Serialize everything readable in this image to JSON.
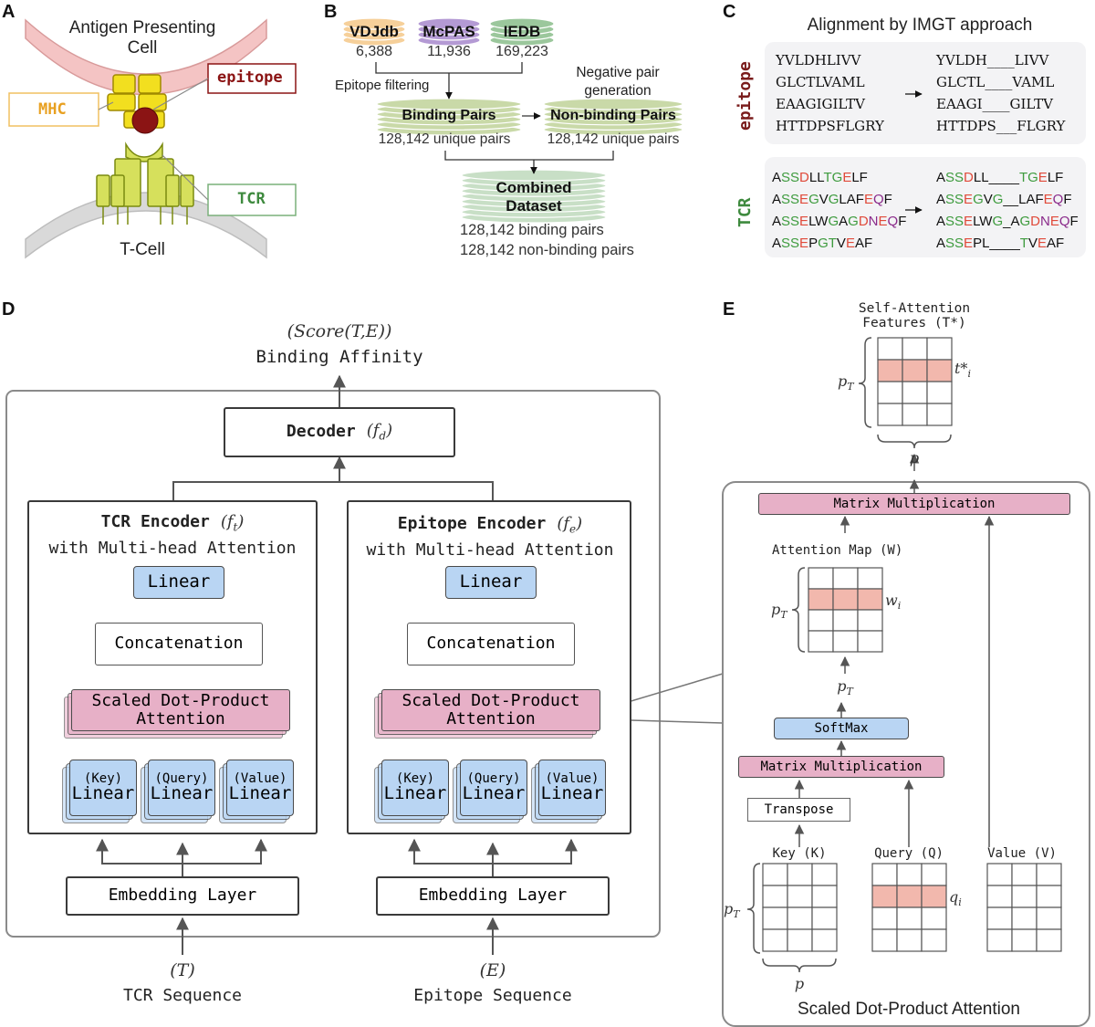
{
  "panels": {
    "a": "A",
    "b": "B",
    "c": "C",
    "d": "D",
    "e": "E"
  },
  "panel_a": {
    "apc_label": "Antigen Presenting\nCell",
    "epitope_label": "epitope",
    "mhc_label": "MHC",
    "tcr_label": "TCR",
    "tcell_label": "T-Cell"
  },
  "panel_b": {
    "sources": [
      {
        "name": "VDJdb",
        "count": "6,388",
        "color": "#f6d09a"
      },
      {
        "name": "McPAS",
        "count": "11,936",
        "color": "#b49ad4"
      },
      {
        "name": "IEDB",
        "count": "169,223",
        "color": "#9bc79c"
      }
    ],
    "filter_label": "Epitope filtering",
    "neg_label": "Negative pair\ngeneration",
    "binding_label": "Binding Pairs",
    "binding_count": "128,142 unique pairs",
    "nonbinding_label": "Non-binding Pairs",
    "nonbinding_count": "128,142 unique pairs",
    "combined_label": "Combined\nDataset",
    "combined_binding": "128,142 binding pairs",
    "combined_nonbinding": "128,142 non-binding pairs"
  },
  "panel_c": {
    "title": "Alignment by IMGT approach",
    "epitope_side": "epitope",
    "tcr_side": "TCR",
    "epitope_raw": [
      "YVLDHLIVV",
      "GLCTLVAML",
      "EAAGIGILTV",
      "HTTDPSFLGRY"
    ],
    "epitope_aligned": [
      "YVLDH____LIVV",
      "GLCTL____VAML",
      "EAAGI____GILTV",
      "HTTDPS___FLGRY"
    ],
    "tcr_raw": [
      "ASSDLLTGELF",
      "ASSEGVGLAFEQF",
      "ASSELWGAGDNEQF",
      "ASSEPGTVEAF"
    ],
    "tcr_aligned": [
      "ASSDLL____TGELF",
      "ASSEGVG__LAFEQF",
      "ASSELWG_AGDNEQF",
      "ASSEPL____TVEAF"
    ],
    "colors": {
      "basic": "#e04a3a",
      "hydrophobic_green": "#3e9b3e",
      "acidic": "#8a2a8a",
      "text": "#111111"
    }
  },
  "panel_d": {
    "score_label": "(Score(T,E))",
    "affinity_label": "Binding Affinity",
    "decoder_label": "Decoder",
    "decoder_fn": "(f",
    "decoder_sub": "d",
    "tcr_encoder_title": "TCR Encoder",
    "tcr_encoder_fn": "(f",
    "tcr_encoder_sub": "t",
    "epi_encoder_title": "Epitope Encoder",
    "epi_encoder_fn": "(f",
    "epi_encoder_sub": "e",
    "mha_label": "with Multi-head Attention",
    "linear_label": "Linear",
    "concat_label": "Concatenation",
    "sdpa_label": "Scaled Dot-Product\nAttention",
    "key_label": "(Key)",
    "query_label": "(Query)",
    "value_label": "(Value)",
    "embedding_label": "Embedding Layer",
    "tcr_input_sym": "(T)",
    "tcr_input_label": "TCR Sequence",
    "epi_input_sym": "(E)",
    "epi_input_label": "Epitope Sequence",
    "colors": {
      "blue": "#b9d5f3",
      "pink": "#e7b0c7"
    }
  },
  "panel_e": {
    "sa_title": "Self-Attention\nFeatures (T*)",
    "ti_label": "t*",
    "ti_sub": "i",
    "pT": "p",
    "pT_sub": "T",
    "p_label": "p",
    "matmul_label": "Matrix Multiplication",
    "attn_map_label": "Attention Map (W)",
    "wi_label": "w",
    "wi_sub": "i",
    "softmax_label": "SoftMax",
    "transpose_label": "Transpose",
    "key_label": "Key (K)",
    "query_label": "Query (Q)",
    "value_label": "Value (V)",
    "qi_label": "q",
    "qi_sub": "i",
    "footer": "Scaled Dot-Product Attention",
    "colors": {
      "highlight": "#f2b8ad"
    }
  }
}
